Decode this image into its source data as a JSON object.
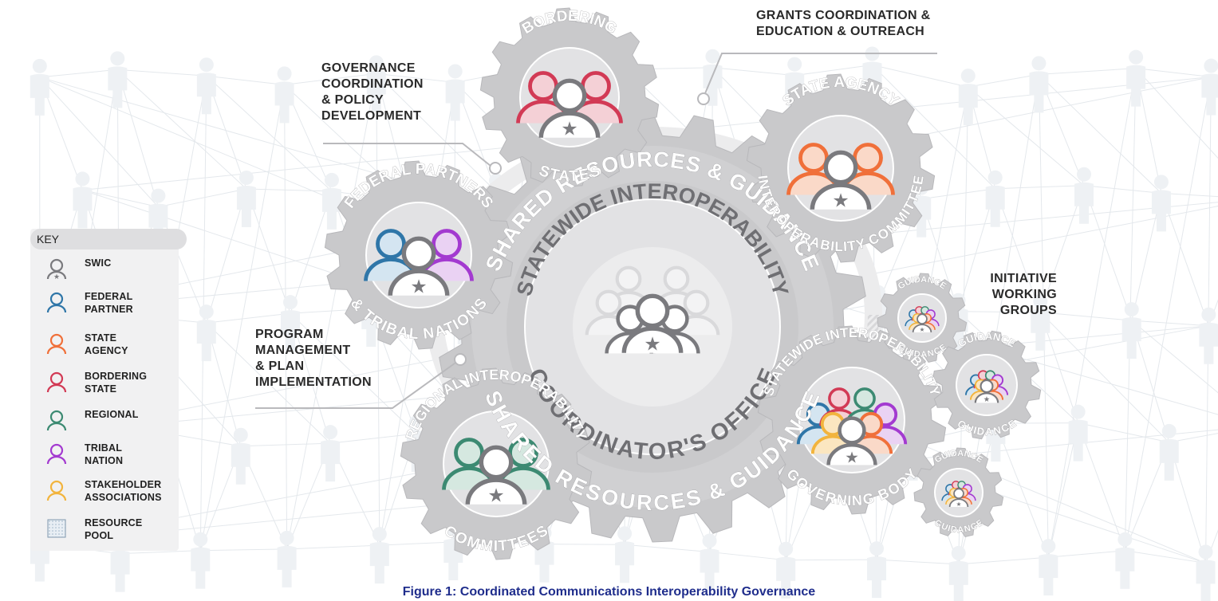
{
  "caption": "Figure 1: Coordinated Communications Interoperability Governance",
  "key": {
    "title": "KEY",
    "items": [
      {
        "label": "SWIC",
        "color": "#7a7a7e"
      },
      {
        "label": "FEDERAL\nPARTNER",
        "color": "#2f76a8"
      },
      {
        "label": "STATE\nAGENCY",
        "color": "#f0703a"
      },
      {
        "label": "BORDERING\nSTATE",
        "color": "#d23a55"
      },
      {
        "label": "REGIONAL",
        "color": "#3c8a72"
      },
      {
        "label": "TRIBAL\nNATION",
        "color": "#a33ad0"
      },
      {
        "label": "STAKEHOLDER\nASSOCIATIONS",
        "color": "#f2b43d"
      },
      {
        "label": "RESOURCE\nPOOL",
        "color": "#9fb5c8"
      }
    ]
  },
  "callouts": {
    "grants": "GRANTS COORDINATION &\nEDUCATION & OUTREACH",
    "governance": "GOVERNANCE\nCOORDINATION\n& POLICY\nDEVELOPMENT",
    "program": "PROGRAM\nMANAGEMENT\n& PLAN\nIMPLEMENTATION",
    "initiative": "INITIATIVE\nWORKING\nGROUPS"
  },
  "center_gear": {
    "ring_top": "SHARED RESOURCES & GUIDANCE",
    "ring_bottom": "SHARED RESOURCES & GUIDANCE",
    "inner_top": "STATEWIDE INTEROPERABILITY",
    "inner_bottom": "COORDINATOR'S OFFICE"
  },
  "gears": {
    "bordering": {
      "top": "BORDERING",
      "bottom": "STATES"
    },
    "state_agency": {
      "top": "STATE AGENCY",
      "bottom": "INTEROPERABILITY COMMITTEE"
    },
    "federal": {
      "top": "FEDERAL PARTNERS",
      "bottom": "& TRIBAL NATIONS"
    },
    "regional": {
      "top": "REGIONAL INTEROPERABILITY",
      "bottom": "COMMITTEES"
    },
    "governing": {
      "top": "STATEWIDE INTEROPERABILITY",
      "bottom": "GOVERNING BODY"
    },
    "guidance": {
      "top": "GUIDANCE",
      "bottom": "GUIDANCE"
    }
  },
  "colors": {
    "gear": "#c9c9cb",
    "gear_inner": "#e2e2e4",
    "text": "#ffffff",
    "swic": "#7a7a7e",
    "caption": "#1f2d8c"
  }
}
